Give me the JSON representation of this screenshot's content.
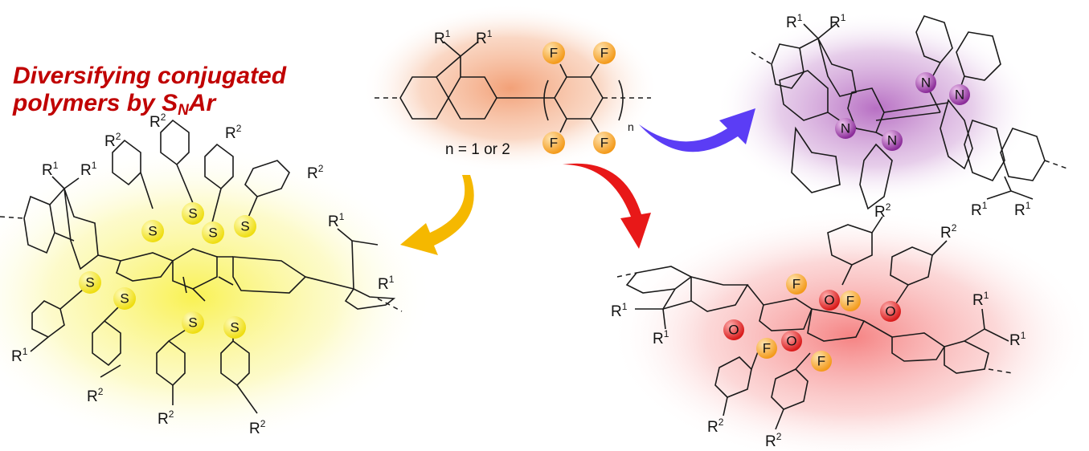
{
  "title": {
    "line1": "Diversifying conjugated",
    "line2_prefix": "polymers by S",
    "line2_sub": "N",
    "line2_suffix": "Ar"
  },
  "monomer": {
    "substituent_label": "R",
    "substituent_index": "1",
    "atom": "F",
    "repeat_subscript": "n",
    "caption": "n = 1 or 2",
    "glow_color": "#f2a070",
    "atom_color": "#f5a623"
  },
  "products": {
    "carbazole": {
      "atom": "N",
      "glow_color": "#b060c0",
      "atom_color": "#8e2f9c",
      "arrow_color": "#5b3df5",
      "r_label": "R",
      "r_index": "1"
    },
    "thioether": {
      "atom": "S",
      "glow_color": "#f5f060",
      "atom_color": "#f0e020",
      "arrow_color": "#f5b800",
      "r1_label": "R",
      "r1_index": "1",
      "r2_label": "R",
      "r2_index": "2"
    },
    "ether": {
      "atom_o": "O",
      "atom_f": "F",
      "glow_color": "#f46a6a",
      "o_color": "#e02020",
      "f_color": "#f5a623",
      "arrow_color": "#e81818",
      "r1_label": "R",
      "r1_index": "1",
      "r2_label": "R",
      "r2_index": "2"
    }
  }
}
